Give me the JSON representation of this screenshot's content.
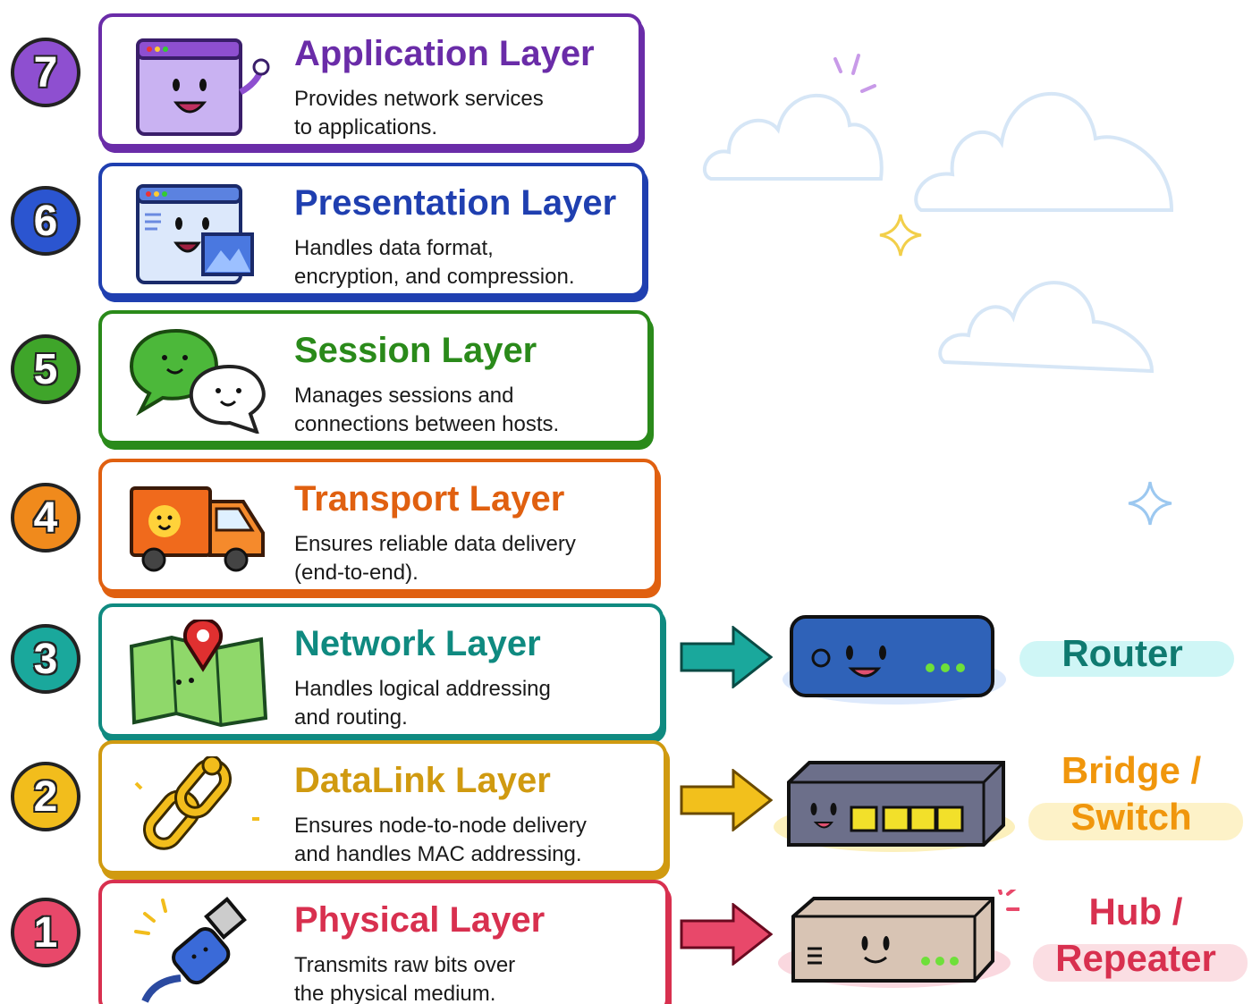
{
  "layers": [
    {
      "number": "7",
      "title": "Application Layer",
      "desc": [
        "Provides network services",
        "to applications."
      ],
      "color": "#6a2ca8",
      "fill": "#8e4fd0",
      "icon": "smiling-browser-window-waving-icon"
    },
    {
      "number": "6",
      "title": "Presentation Layer",
      "desc": [
        "Handles data format,",
        "encryption, and compression."
      ],
      "color": "#1f3fb0",
      "fill": "#2b55d0",
      "icon": "browser-window-with-image-icon"
    },
    {
      "number": "5",
      "title": "Session Layer",
      "desc": [
        "Manages sessions and",
        "connections between hosts."
      ],
      "color": "#2a8a1a",
      "fill": "#3fa52a",
      "icon": "chat-bubbles-icon"
    },
    {
      "number": "4",
      "title": "Transport Layer",
      "desc": [
        "Ensures reliable data delivery",
        "(end-to-end)."
      ],
      "color": "#e06010",
      "fill": "#f08a1c",
      "icon": "delivery-truck-icon"
    },
    {
      "number": "3",
      "title": "Network Layer",
      "desc": [
        "Handles logical addressing",
        "and routing."
      ],
      "color": "#0f8a80",
      "fill": "#1aa89c",
      "icon": "map-pin-icon"
    },
    {
      "number": "2",
      "title": "DataLink Layer",
      "desc": [
        "Ensures node-to-node delivery",
        "and handles MAC addressing."
      ],
      "color": "#d09a10",
      "fill": "#f2bd1c",
      "icon": "chain-link-icon"
    },
    {
      "number": "1",
      "title": "Physical Layer",
      "desc": [
        "Transmits raw bits over",
        "the physical medium."
      ],
      "color": "#d8304f",
      "fill": "#e8486a",
      "icon": "usb-cable-icon"
    }
  ],
  "devices": [
    {
      "layer": "3",
      "label": [
        "Router"
      ],
      "color": "#0f7a70",
      "wash": "#a8eeee",
      "body": "#2f62b8"
    },
    {
      "layer": "2",
      "label": [
        "Bridge /",
        "Switch"
      ],
      "color": "#f0960c",
      "wash": "#fbe89a",
      "body": "#6c6f8a"
    },
    {
      "layer": "1",
      "label": [
        "Hub /",
        "Repeater"
      ],
      "color": "#d8304f",
      "wash": "#f8c2cc",
      "body": "#d8c4b4"
    }
  ]
}
